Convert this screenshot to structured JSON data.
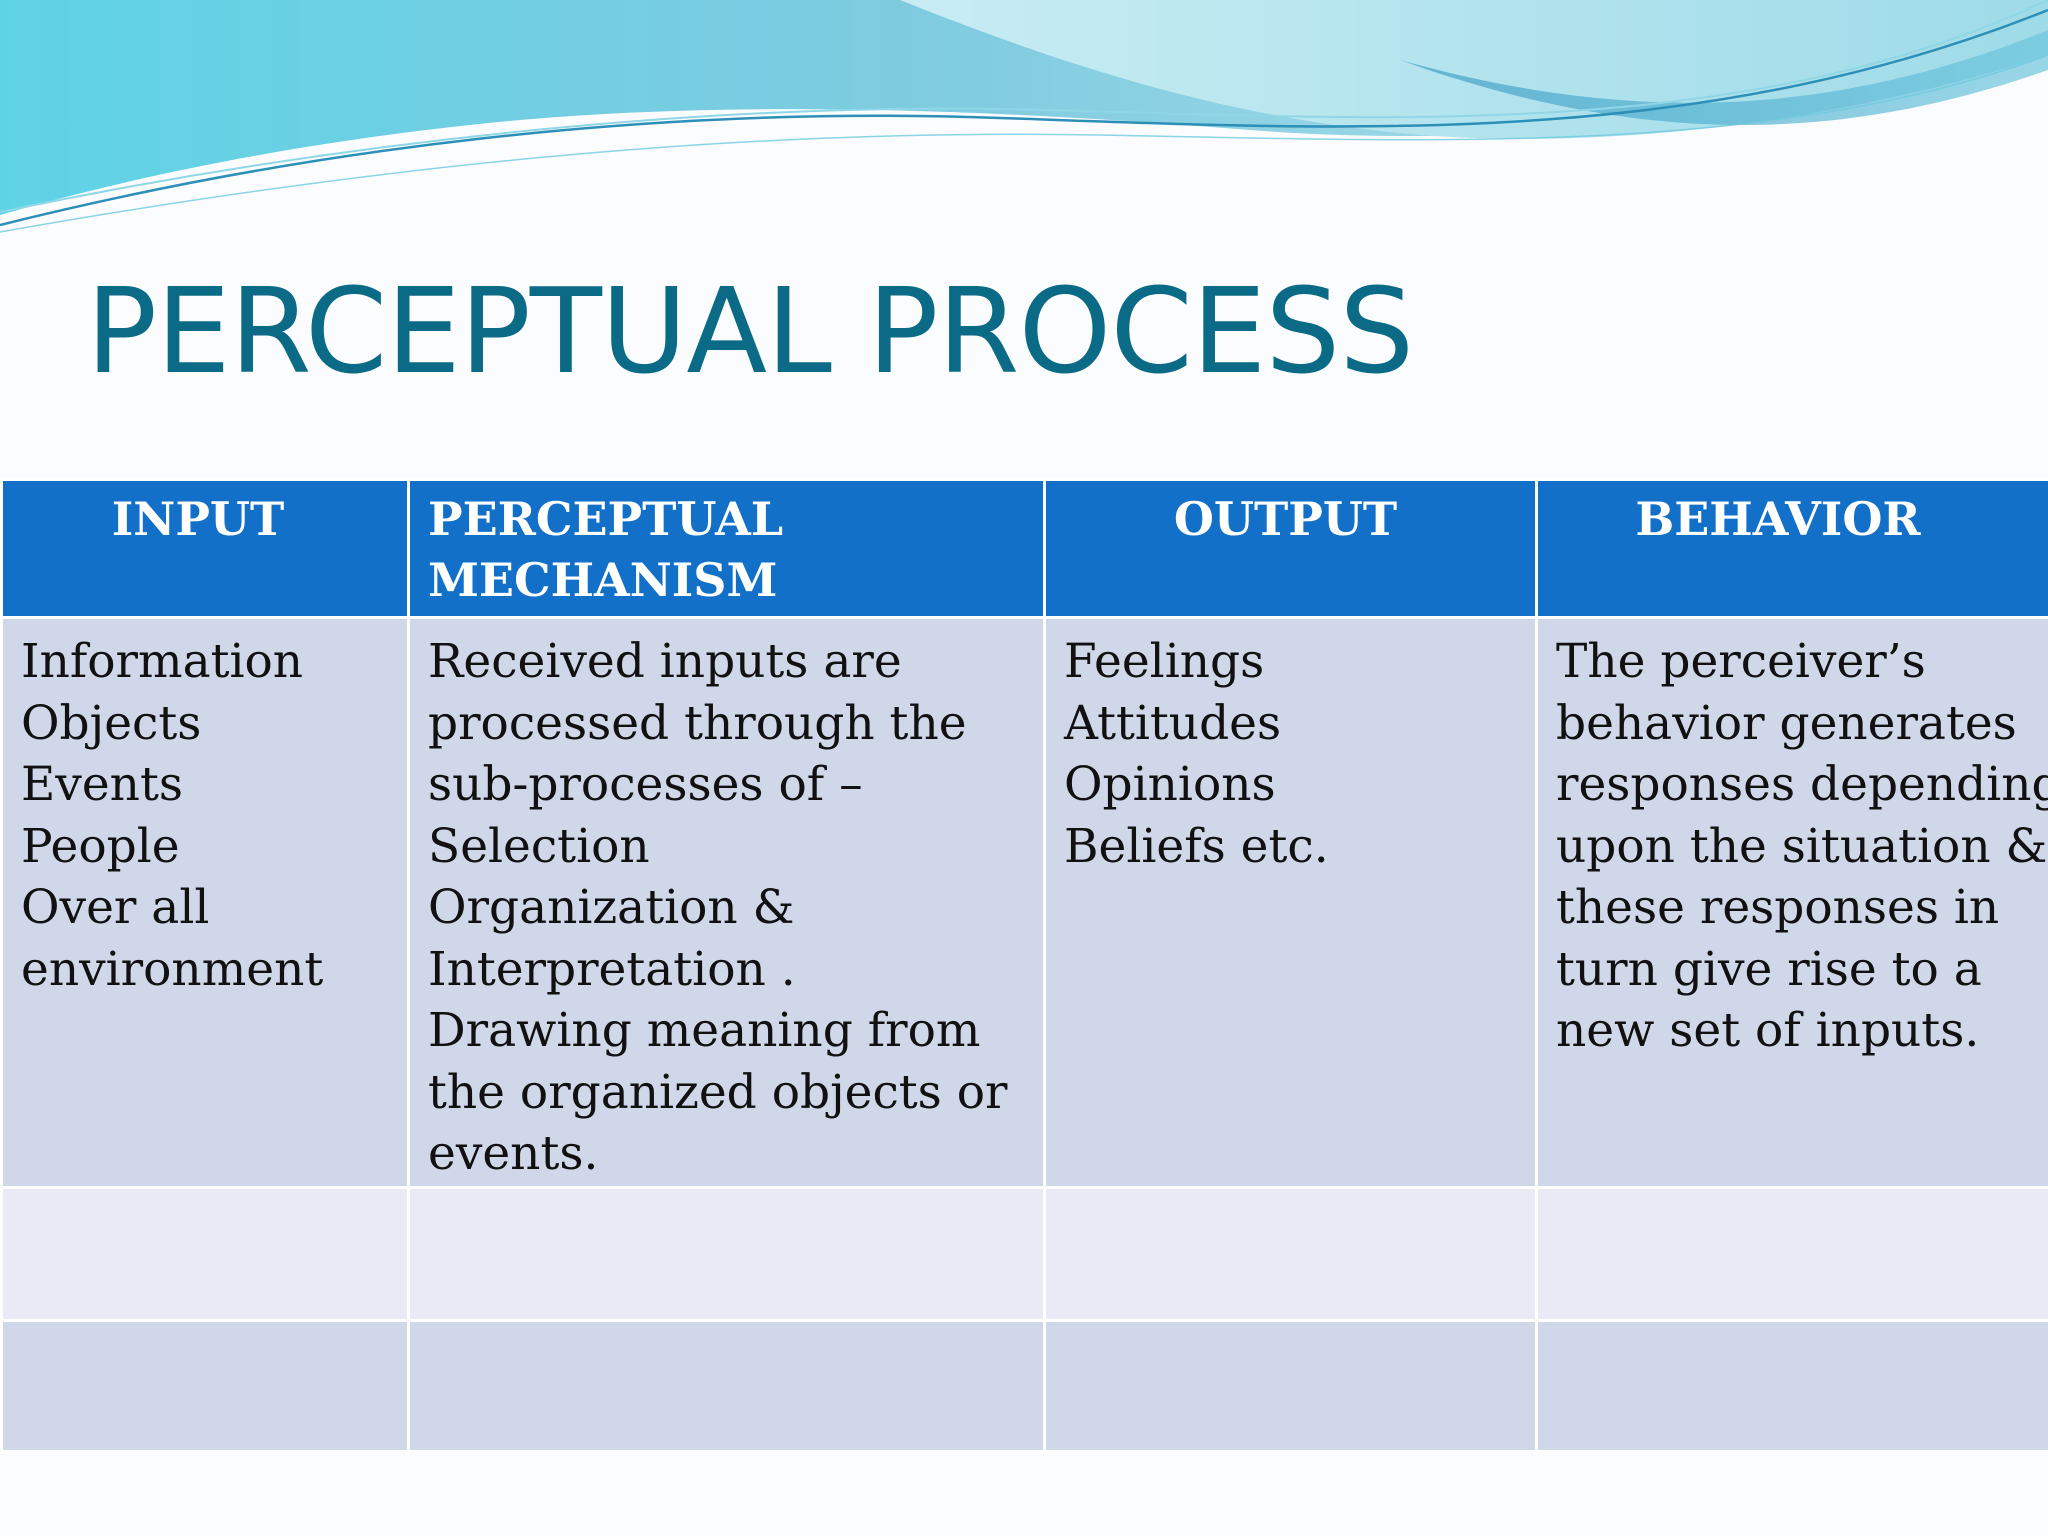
{
  "slide": {
    "title": "PERCEPTUAL PROCESS"
  },
  "table": {
    "headers": {
      "input": "INPUT",
      "mechanism_line1": "PERCEPTUAL",
      "mechanism_line2": "MECHANISM",
      "output": "OUTPUT",
      "behavior": "BEHAVIOR"
    },
    "input_lines": [
      "Information",
      "Objects",
      "Events",
      "People",
      "Over all",
      "environment"
    ],
    "mechanism_lines": [
      "Received inputs are",
      "processed through the",
      "sub-processes of –",
      "Selection",
      "Organization &",
      "Interpretation .",
      "Drawing meaning from",
      "the organized objects or",
      "events."
    ],
    "output_lines": [
      "Feelings",
      "Attitudes",
      "Opinions",
      "Beliefs etc."
    ],
    "behavior_lines": [
      "The perceiver’s",
      "behavior generates",
      "responses depending",
      "upon the situation &",
      "these responses  in",
      "turn give rise to a",
      "new set of inputs."
    ]
  },
  "colors": {
    "title": "#0b6a85",
    "header_bg": "#1270c9",
    "row_bg_dark": "#cfd7e8",
    "row_bg_light": "#e8ebf5",
    "wave_light": "#b9e6ef",
    "wave_mid": "#6fd0e3",
    "wave_deep": "#3fa7c9"
  }
}
